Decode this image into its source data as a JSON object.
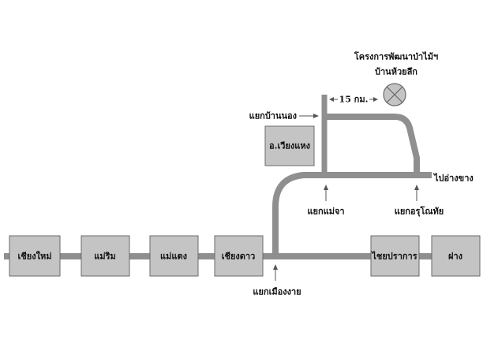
{
  "colors": {
    "road": "#8f8f8f",
    "box_fill": "#c4c4c4",
    "box_stroke": "#6a6a6a",
    "text": "#111111",
    "arrow": "#555555"
  },
  "icons": {
    "project_marker": "circle-cross-icon",
    "pointer": "arrow-icon"
  },
  "towns": {
    "chiang_mai": "เชียงใหม่",
    "mae_rim": "แม่ริม",
    "mae_taeng": "แม่แตง",
    "chiang_dao": "เชียงดาว",
    "chai_prakan": "ไชยปราการ",
    "fang": "ฝาง",
    "wiang_haeng": "อ.เวียงแหง"
  },
  "junctions": {
    "ban_nong": "แยกบ้านนอง",
    "mueang_ngai": "แยกเมืองงาย",
    "mae_ja": "แยกแม่จา",
    "aru_nothai": "แยกอรุโณทัย"
  },
  "annotations": {
    "project_line1": "โครงการพัฒนาป่าไม้ฯ",
    "project_line2": "บ้านห้วยลึก",
    "distance": "15 กม.",
    "to_arang": "ไปอ่างขาง"
  }
}
